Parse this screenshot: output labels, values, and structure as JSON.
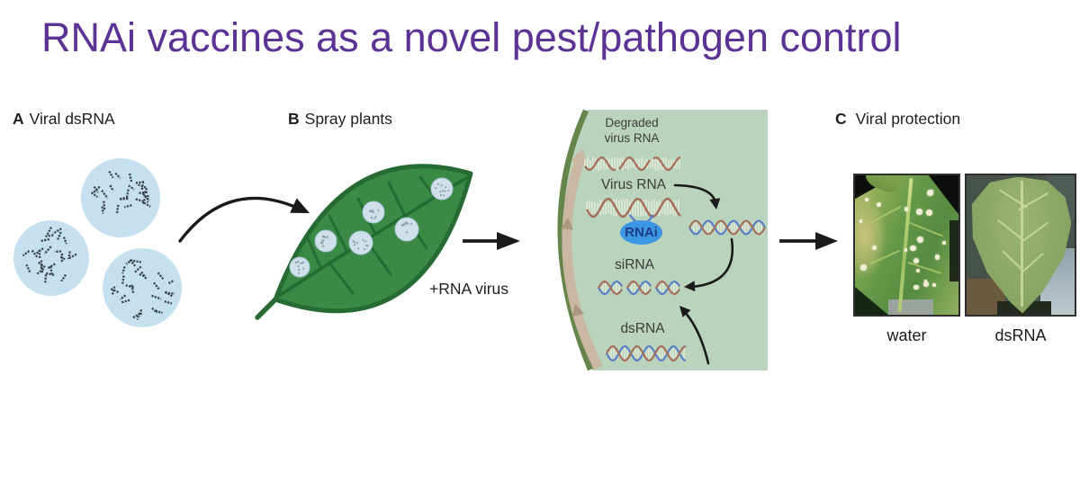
{
  "title": "RNAi vaccines as a novel pest/pathogen control",
  "panel_a": {
    "letter": "A",
    "label": "Viral dsRNA"
  },
  "panel_b": {
    "letter": "B",
    "label": "Spray plants",
    "virus_annotation": "+RNA virus"
  },
  "cell": {
    "degraded_label": "Degraded\nvirus RNA",
    "virus_rna_label": "Virus RNA",
    "rnai_label": "RNAi",
    "sirna_label": "siRNA",
    "dsrna_label": "dsRNA"
  },
  "panel_c": {
    "letter": "C",
    "label": "Viral protection",
    "captions": {
      "left": "water",
      "right": "dsRNA"
    }
  },
  "colors": {
    "purple": "#5a3394",
    "rnai": "#3e97e3",
    "rnaiText": "#1c3d85",
    "cellBg": "#b9d3bc",
    "membrane": "#66854b",
    "tan": "#c9b7a2",
    "tanDark": "#ab9880",
    "strandBrown": "#a5705a",
    "strandBlue": "#5b7fc4",
    "hatch": "#e9eedb",
    "vesicle": "#c5e1ef",
    "dashDark": "#3a4450",
    "leafGreen": "#3a8a46",
    "leafDark": "#256b33",
    "droplet": "#cfe0e9",
    "arrowBlack": "#1a1a1a"
  }
}
